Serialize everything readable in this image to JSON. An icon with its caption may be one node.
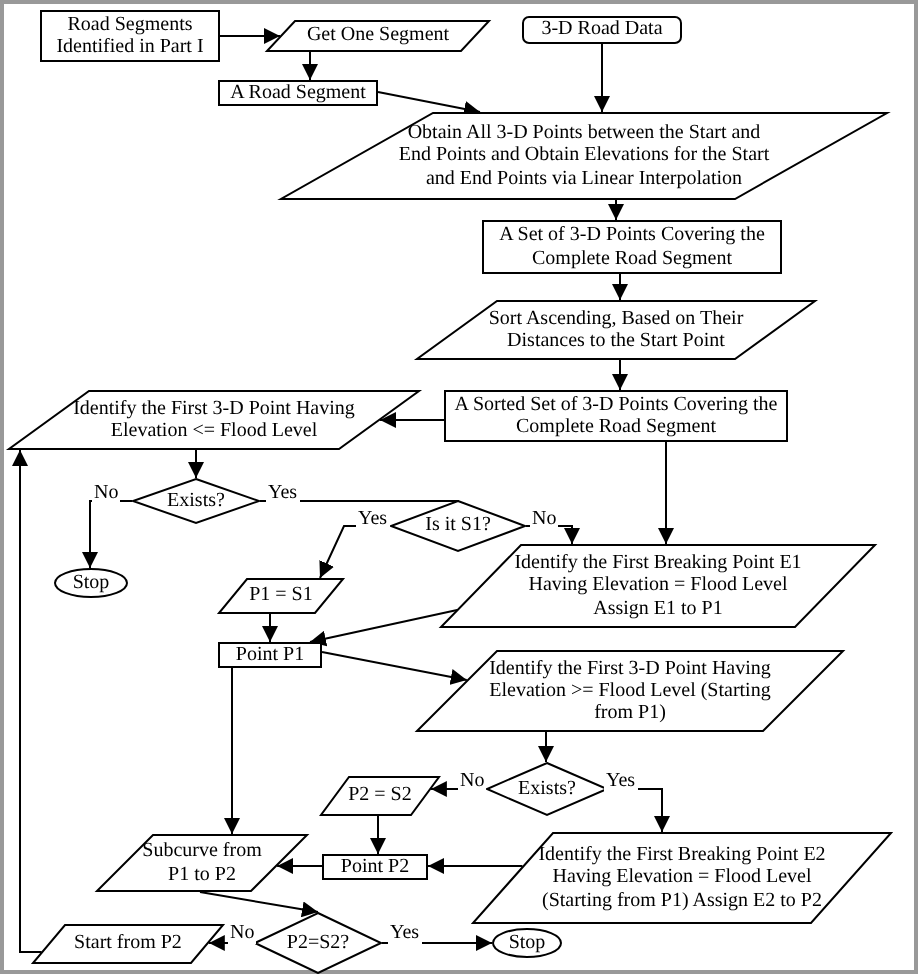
{
  "diagram": {
    "nodes": [
      {
        "text": [
          "Road Segments Identified in Part I"
        ]
      },
      {
        "text": [
          "Get One Segment"
        ]
      },
      {
        "text": [
          "3-D Road Data"
        ]
      },
      {
        "text": [
          "A Road Segment"
        ]
      },
      {
        "text": [
          "Obtain All 3-D Points between the Start and End Points and Obtain Elevations for the Start and End Points via Linear Interpolation"
        ]
      },
      {
        "text": [
          "A Set of 3-D Points Covering the Complete Road Segment"
        ]
      },
      {
        "text": [
          "Sort Ascending, Based on Their Distances to the Start Point"
        ]
      },
      {
        "text": [
          "A Sorted Set of 3-D Points Covering the Complete Road Segment"
        ]
      },
      {
        "text": [
          "Identify the First 3-D Point Having Elevation <= Flood Level"
        ]
      },
      {
        "text": [
          "Exists?"
        ]
      },
      {
        "text": [
          "Is it S1?"
        ]
      },
      {
        "text": [
          "Stop"
        ]
      },
      {
        "text": [
          "P1 = S1"
        ]
      },
      {
        "text": [
          "Identify the First Breaking Point E1 Having Elevation = Flood Level Assign E1 to P1"
        ]
      },
      {
        "text": [
          "Point P1"
        ]
      },
      {
        "text": [
          "Identify the First 3-D Point Having Elevation >= Flood Level (Starting from P1)"
        ]
      },
      {
        "text": [
          "P2 = S2"
        ]
      },
      {
        "text": [
          "Exists?"
        ]
      },
      {
        "text": [
          "Subcurve from P1 to P2"
        ]
      },
      {
        "text": [
          "Point P2"
        ]
      },
      {
        "text": [
          "Identify the First Breaking Point E2 Having Elevation = Flood Level (Starting from P1) Assign E2 to P2"
        ]
      },
      {
        "text": [
          "Start from P2"
        ]
      },
      {
        "text": [
          "P2=S2?"
        ]
      },
      {
        "text": [
          "Stop"
        ]
      }
    ],
    "edges": [
      {
        "from": 0,
        "to": 1,
        "arrow": "to"
      },
      {
        "from": 1,
        "to": 3,
        "arrow": "to"
      },
      {
        "from": 3,
        "to": 4,
        "arrow": "to"
      },
      {
        "from": 2,
        "to": 4,
        "arrow": "to"
      },
      {
        "from": 4,
        "to": 5,
        "arrow": "to"
      },
      {
        "from": 5,
        "to": 6,
        "arrow": "to"
      },
      {
        "from": 6,
        "to": 7,
        "arrow": "to"
      },
      {
        "from": 7,
        "to": 8,
        "arrow": "to"
      },
      {
        "from": 7,
        "to": 13,
        "arrow": "to"
      },
      {
        "from": 8,
        "to": 9,
        "arrow": "to"
      },
      {
        "from": 9,
        "to": 10,
        "arrow": "to",
        "label": "Yes"
      },
      {
        "from": 9,
        "to": 11,
        "arrow": "to",
        "label": "No"
      },
      {
        "from": 10,
        "to": 12,
        "arrow": "to",
        "label": "Yes"
      },
      {
        "from": 10,
        "to": 13,
        "arrow": "to",
        "label": "No"
      },
      {
        "from": 12,
        "to": 14,
        "arrow": "to"
      },
      {
        "from": 13,
        "to": 14,
        "arrow": "to"
      },
      {
        "from": 14,
        "to": 15,
        "arrow": "to"
      },
      {
        "from": 14,
        "to": 18,
        "arrow": "to"
      },
      {
        "from": 15,
        "to": 17,
        "arrow": "to"
      },
      {
        "from": 17,
        "to": 16,
        "arrow": "to",
        "label": "No"
      },
      {
        "from": 17,
        "to": 20,
        "arrow": "to",
        "label": "Yes"
      },
      {
        "from": 16,
        "to": 19,
        "arrow": "to"
      },
      {
        "from": 20,
        "to": 19,
        "arrow": "to"
      },
      {
        "from": 19,
        "to": 18,
        "arrow": "to"
      },
      {
        "from": 18,
        "to": 22,
        "arrow": "to"
      },
      {
        "from": 22,
        "to": 21,
        "arrow": "to",
        "label": "No"
      },
      {
        "from": 22,
        "to": 23,
        "arrow": "to",
        "label": "Yes"
      },
      {
        "from": 21,
        "to": 8,
        "arrow": "to"
      }
    ]
  }
}
